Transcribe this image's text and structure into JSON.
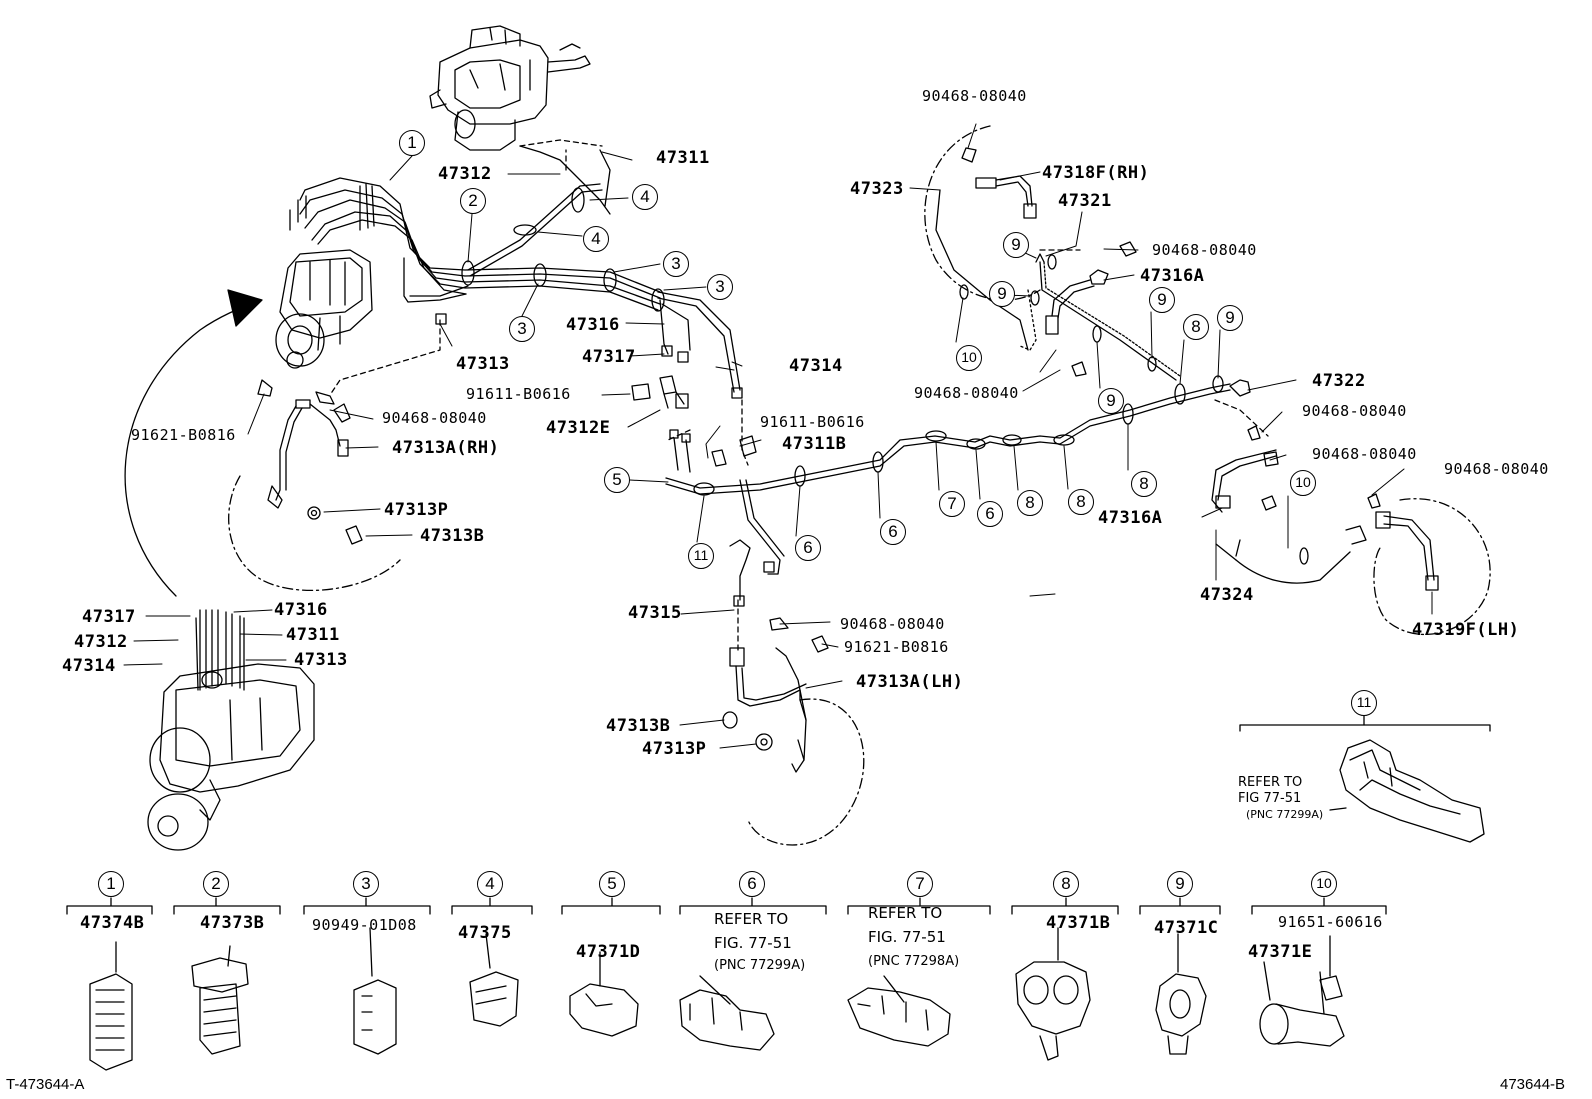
{
  "diagram": {
    "callouts": {
      "c1_main": "1",
      "c2_main": "2",
      "c3_a": "3",
      "c3_b": "3",
      "c3_c": "3",
      "c4_a": "4",
      "c4_b": "4",
      "c5": "5",
      "c6_a": "6",
      "c6_b": "6",
      "c6_c": "6",
      "c7": "7",
      "c8_a": "8",
      "c8_b": "8",
      "c8_c": "8",
      "c8_d": "8",
      "c9_a": "9",
      "c9_b": "9",
      "c9_c": "9",
      "c9_d": "9",
      "c9_e": "9",
      "c10_a": "10",
      "c10_b": "10",
      "c11_a": "11",
      "c11_b": "11"
    },
    "parts": {
      "p47311": "47311",
      "p47312": "47312",
      "p47313": "47313",
      "p47316": "47316",
      "p47317": "47317",
      "p47314": "47314",
      "p91611a": "91611-B0616",
      "p47312E": "47312E",
      "p90468_a": "90468-08040",
      "p91621_a": "91621-B0816",
      "p47313A_RH": "47313A(RH)",
      "p47313P_a": "47313P",
      "p47313B_a": "47313B",
      "p91611b": "91611-B0616",
      "p47311B": "47311B",
      "p47315": "47315",
      "p90468_b": "90468-08040",
      "p91621_b": "91621-B0816",
      "p47313A_LH": "47313A(LH)",
      "p47313B_b": "47313B",
      "p47313P_b": "47313P",
      "p90468_c": "90468-08040",
      "p47318F": "47318F(RH)",
      "p47323": "47323",
      "p47321": "47321",
      "p90468_d": "90468-08040",
      "p47316A_a": "47316A",
      "p90468_e": "90468-08040",
      "p47322": "47322",
      "p90468_f": "90468-08040",
      "p90468_g": "90468-08040",
      "p90468_h": "90468-08040",
      "p47316A_b": "47316A",
      "p47324": "47324",
      "p47319F": "47319F(LH)",
      "l47317": "47317",
      "l47316": "47316",
      "l47312": "47312",
      "l47311": "47311",
      "l47314": "47314",
      "l47313": "47313"
    },
    "inset11": {
      "callout": "11",
      "note_line1": "REFER TO",
      "note_line2": "FIG 77-51",
      "note_line3": "(PNC 77299A)"
    },
    "legend": [
      {
        "num": "1",
        "part": "47374B"
      },
      {
        "num": "2",
        "part": "47373B"
      },
      {
        "num": "3",
        "part": "90949-01D08"
      },
      {
        "num": "4",
        "part": "47375"
      },
      {
        "num": "5",
        "part": "47371D"
      },
      {
        "num": "6",
        "note1": "REFER TO",
        "note2": "FIG. 77-51",
        "note3": "(PNC 77299A)"
      },
      {
        "num": "7",
        "note1": "REFER TO",
        "note2": "FIG. 77-51",
        "note3": "(PNC 77298A)"
      },
      {
        "num": "8",
        "part": "47371B"
      },
      {
        "num": "9",
        "part": "47371C"
      },
      {
        "num": "10",
        "part_top": "91651-60616",
        "part": "47371E"
      }
    ],
    "footer_left": "T-473644-A",
    "footer_right": "473644-B"
  }
}
